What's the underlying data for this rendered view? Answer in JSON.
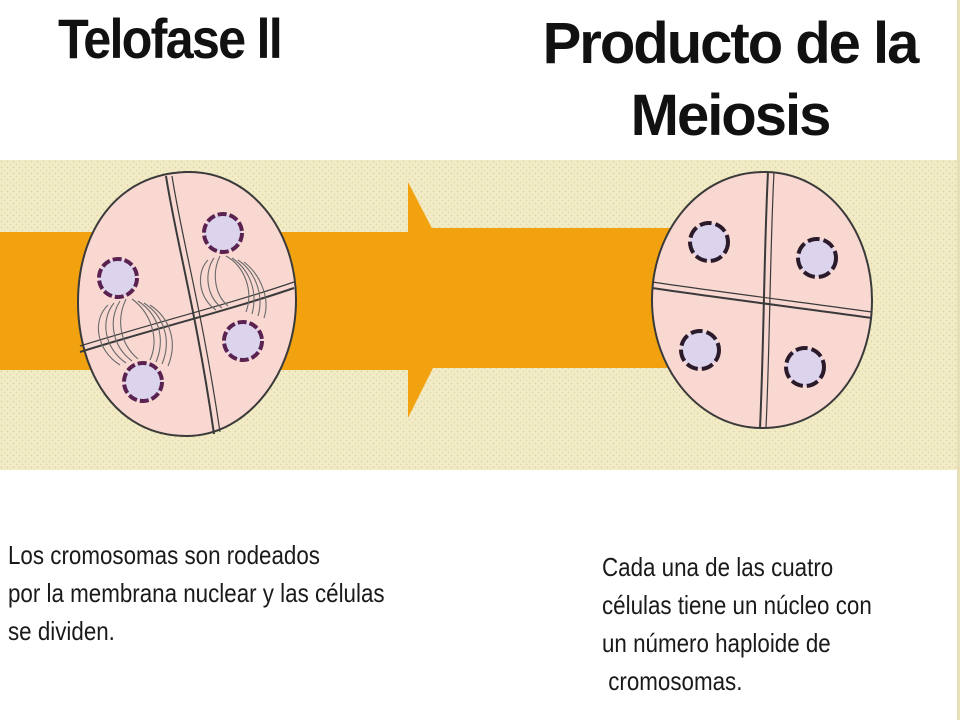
{
  "titles": {
    "left": "Telofase ll",
    "right": "Producto de la Meiosis"
  },
  "captions": {
    "left": [
      "Los cromosomas son rodeados",
      "por la membrana nuclear y las células",
      "se dividen."
    ],
    "right": [
      "Cada una de las cuatro",
      "células tiene un núcleo con",
      "un número haploide de",
      " cromosomas."
    ]
  },
  "colors": {
    "band_background": "#f2ecc6",
    "arrow": "#f2a20f",
    "cell_fill": "#f9d8d2",
    "cell_outline": "#3a3a3a",
    "nucleus_fill": "#dcd3ec",
    "nucleus_membrane": "#5a2250"
  }
}
